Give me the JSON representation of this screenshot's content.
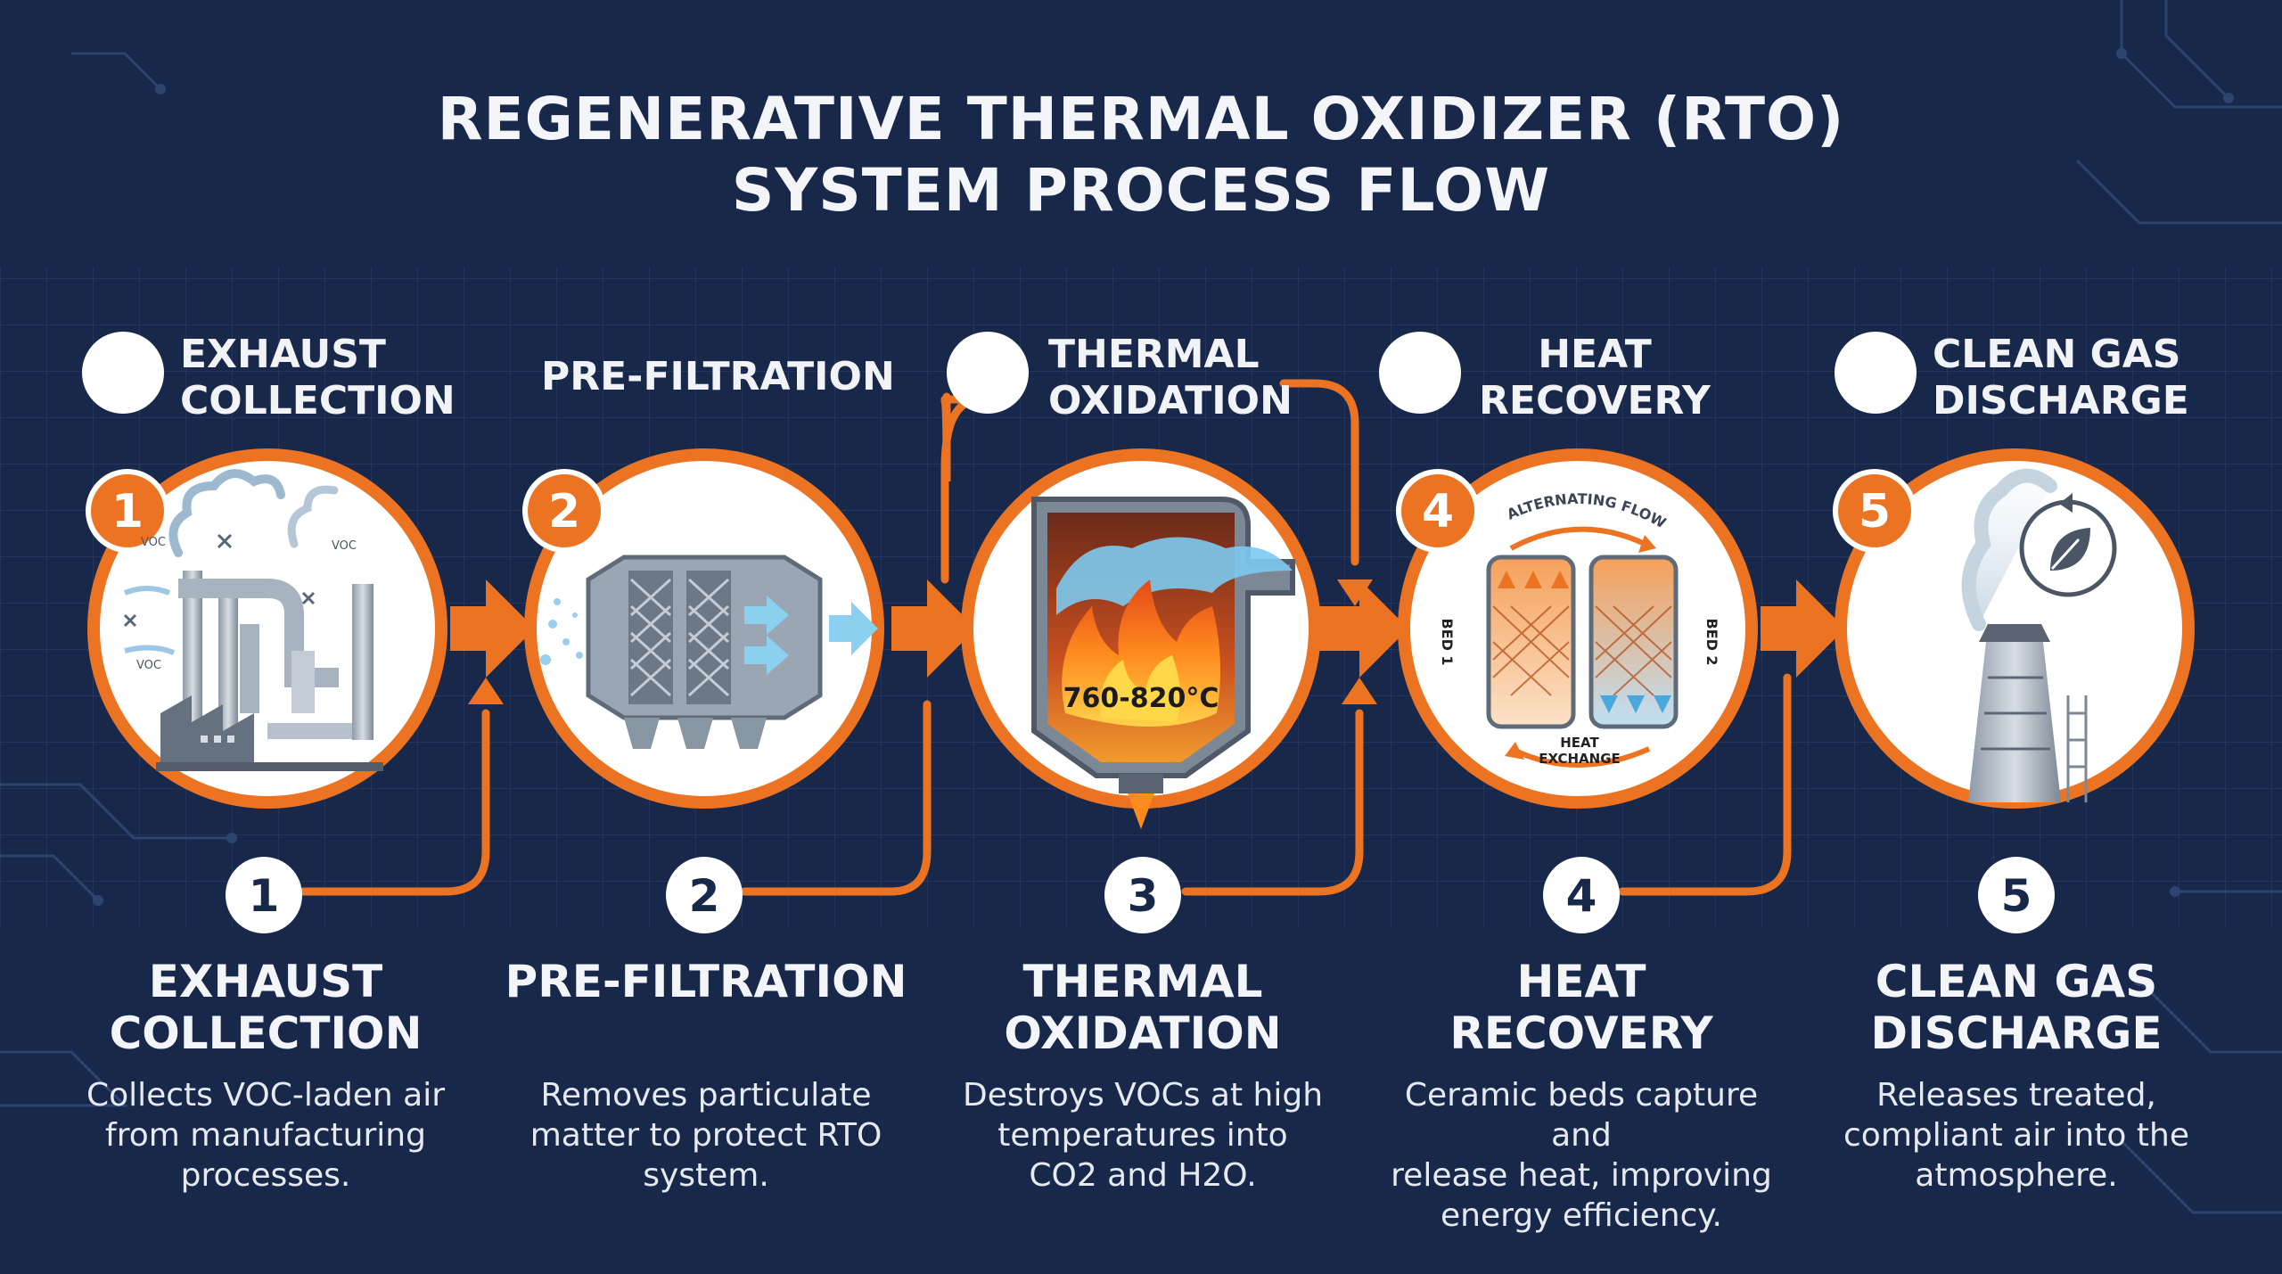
{
  "title": {
    "line1": "REGENERATIVE THERMAL OXIDIZER (RTO)",
    "line2": "SYSTEM PROCESS FLOW"
  },
  "colors": {
    "background": "#17284a",
    "accent": "#ec7322",
    "text": "#f3f5f8"
  },
  "steps": [
    {
      "number": "1",
      "header": [
        "EXHAUST",
        "COLLECTION"
      ],
      "title": [
        "EXHAUST",
        "COLLECTION"
      ],
      "description": [
        "Collects VOC-laden air",
        "from manufacturing",
        "processes."
      ],
      "icon": "factory-exhaust-icon",
      "labels": [
        "VOC",
        "VOC",
        "VOC"
      ]
    },
    {
      "number": "2",
      "header": [
        "PRE-FILTRATION"
      ],
      "title": [
        "PRE-FILTRATION"
      ],
      "description": [
        "Removes particulate",
        "matter to protect RTO",
        "system."
      ],
      "icon": "filter-unit-icon"
    },
    {
      "number": "3",
      "header": [
        "THERMAL",
        "OXIDATION"
      ],
      "title": [
        "THERMAL",
        "OXIDATION"
      ],
      "description": [
        "Destroys VOCs at high",
        "temperatures into",
        "CO2 and H2O."
      ],
      "icon": "combustion-chamber-icon",
      "temperature": "760-820°C"
    },
    {
      "number": "4",
      "header": [
        "HEAT",
        "RECOVERY"
      ],
      "title": [
        "HEAT",
        "RECOVERY"
      ],
      "description": [
        "Ceramic beds capture and",
        "release heat, improving",
        "energy efficiency."
      ],
      "icon": "ceramic-beds-icon",
      "labels": {
        "top": "ALTERNATING FLOW",
        "bed1": "BED 1",
        "bed2": "BED 2",
        "bottom1": "HEAT",
        "bottom2": "EXCHANGE"
      }
    },
    {
      "number": "5",
      "header": [
        "CLEAN GAS",
        "DISCHARGE"
      ],
      "title": [
        "CLEAN GAS",
        "DISCHARGE"
      ],
      "description": [
        "Releases treated,",
        "compliant air into the",
        "atmosphere."
      ],
      "icon": "chimney-leaf-icon"
    }
  ]
}
